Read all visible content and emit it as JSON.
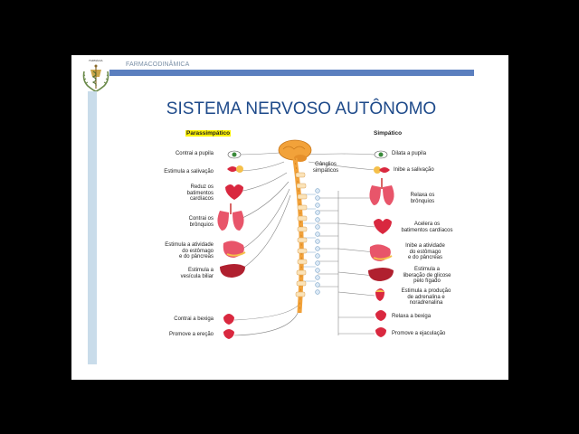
{
  "slide": {
    "header_label": "FARMACODINÂMICA",
    "title": "SISTEMA NERVOSO AUTÔNOMO",
    "logo_text": "FARMÁCIA"
  },
  "diagram": {
    "parasympathetic_header": "Parassimpático",
    "sympathetic_header": "Simpático",
    "ganglia_label": "Gânglios\nsimpáticos",
    "parasympathetic": [
      "Contrai a pupila",
      "Estimula a salivação",
      "Reduz os\nbatimentos\ncardíacos",
      "Contrai os\nbrônquios",
      "Estimula a atividade\ndo estômago\ne do pâncreas",
      "Estimula a\nvesícula biliar",
      "Contrai a bexiga",
      "Promove a ereção"
    ],
    "sympathetic": [
      "Dilata a pupila",
      "Inibe a salivação",
      "Relaxa os\nbrônquios",
      "Acelera os\nbatimentos cardíacos",
      "Inibe a atividade\ndo estômago\ne do pâncreas",
      "Estimula a\nliberação de glicose\npelo fígado",
      "Estimula a produção\nde adrenalina e\nnoradrenalina",
      "Relaxa a bexiga",
      "Promove a ejaculação"
    ]
  },
  "colors": {
    "title": "#1e4a8a",
    "header_bar": "#5b7fbf",
    "side_bar": "#c9dcea",
    "highlight": "#fff200",
    "nerve": "#f2a23a",
    "organ": "#d9283f"
  }
}
